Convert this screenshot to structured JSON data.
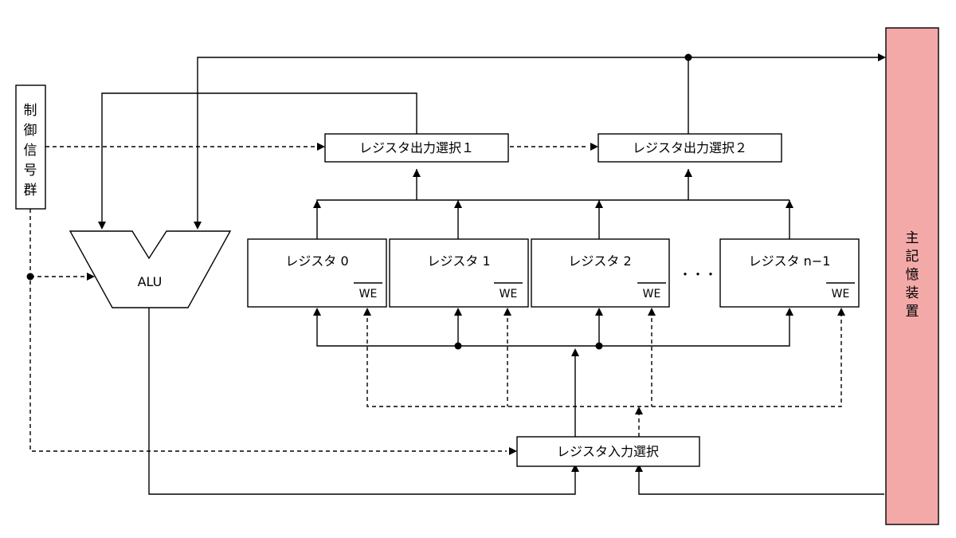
{
  "control_signals": {
    "label": "制御信号群",
    "chars": [
      "制",
      "御",
      "信",
      "号",
      "群"
    ]
  },
  "alu": {
    "label": "ALU"
  },
  "main_memory": {
    "label": "主記憶装置",
    "chars": [
      "主",
      "記",
      "憶",
      "装",
      "置"
    ],
    "color": "#f4a9a9"
  },
  "output_selectors": [
    {
      "label": "レジスタ出力選択１"
    },
    {
      "label": "レジスタ出力選択２"
    }
  ],
  "input_selector": {
    "label": "レジスタ入力選択"
  },
  "registers": [
    {
      "label": "レジスタ 0",
      "we": "WE"
    },
    {
      "label": "レジスタ 1",
      "we": "WE"
    },
    {
      "label": "レジスタ 2",
      "we": "WE"
    },
    {
      "label": "レジスタ n−1",
      "we": "WE"
    }
  ],
  "ellipsis": "・・・"
}
